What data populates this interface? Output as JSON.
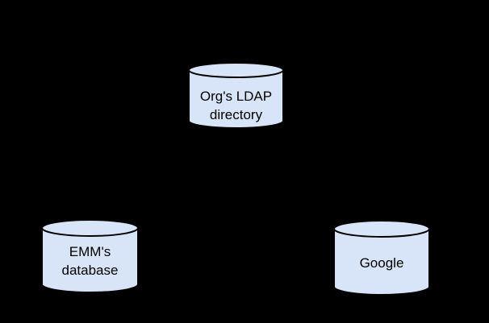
{
  "canvas": {
    "background_color": "#000000"
  },
  "diagram": {
    "kind": "database-sync-diagram",
    "node_fill_color": "#d8e4f7",
    "node_stroke_color": "#000000",
    "node_text_color": "#000000",
    "nodes": [
      {
        "id": "org-ldap-directory",
        "shape": "database-cylinder",
        "fill": "#d8e4f7",
        "label_lines": [
          "Org's LDAP",
          "directory"
        ]
      },
      {
        "id": "emm-database",
        "shape": "database-cylinder",
        "fill": "#d8e4f7",
        "label_lines": [
          "EMM's",
          "database"
        ]
      },
      {
        "id": "google",
        "shape": "database-cylinder",
        "fill": "#d8e4f7",
        "label_lines": [
          "Google"
        ]
      }
    ]
  }
}
